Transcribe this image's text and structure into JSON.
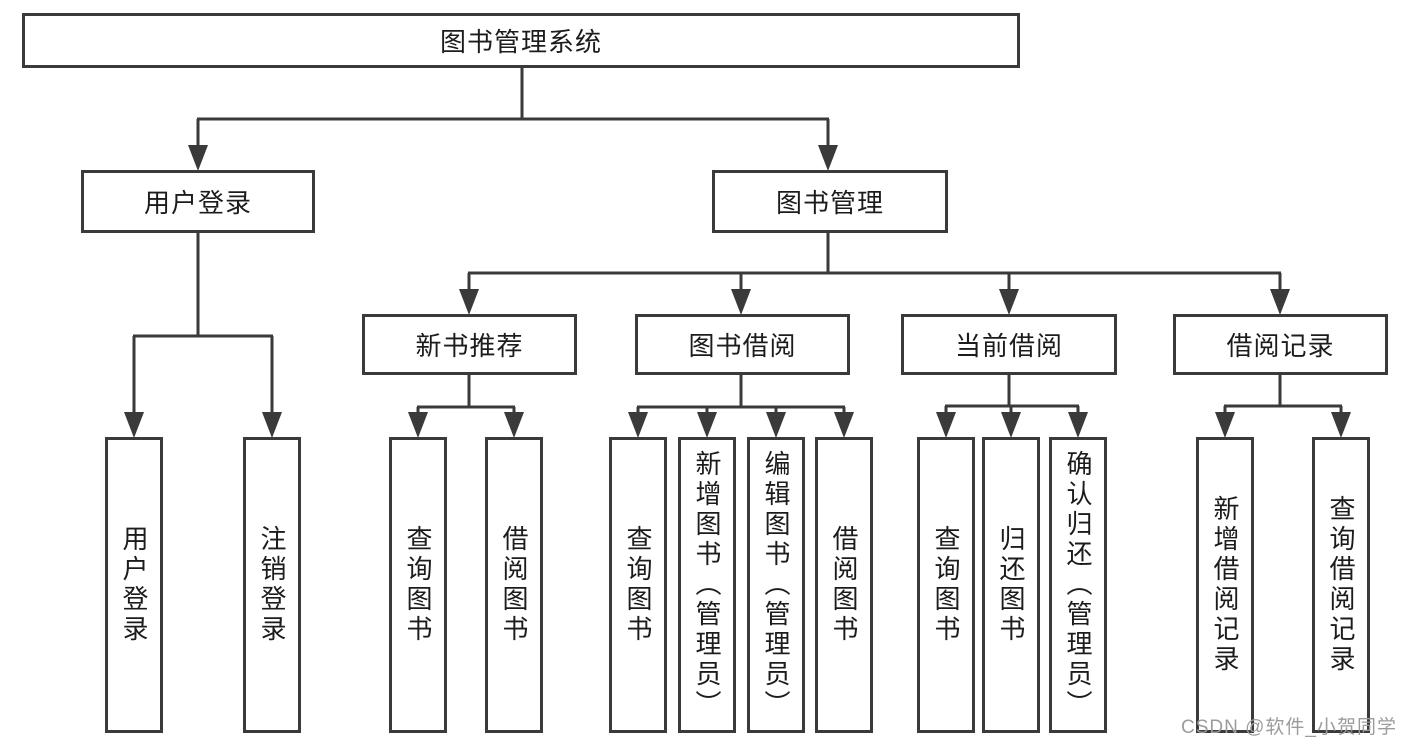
{
  "colors": {
    "background": "#ffffff",
    "line": "#3a3a3a",
    "box_border": "#3a3a3a",
    "text": "#1c1c1c",
    "watermark": "#9c9c9c"
  },
  "diagram": {
    "type": "hierarchy-tree",
    "root": {
      "label": "图书管理系统"
    },
    "level2": [
      {
        "label": "用户登录",
        "parent": "图书管理系统"
      },
      {
        "label": "图书管理",
        "parent": "图书管理系统"
      }
    ],
    "level3": [
      {
        "label": "新书推荐",
        "parent": "图书管理"
      },
      {
        "label": "图书借阅",
        "parent": "图书管理"
      },
      {
        "label": "当前借阅",
        "parent": "图书管理"
      },
      {
        "label": "借阅记录",
        "parent": "图书管理"
      }
    ],
    "leaves": [
      {
        "label": "用户登录",
        "parent": "用户登录"
      },
      {
        "label": "注销登录",
        "parent": "用户登录"
      },
      {
        "label": "查询图书",
        "parent": "新书推荐"
      },
      {
        "label": "借阅图书",
        "parent": "新书推荐"
      },
      {
        "label": "查询图书",
        "parent": "图书借阅"
      },
      {
        "label": "新增图书（管理员）",
        "parent": "图书借阅"
      },
      {
        "label": "编辑图书（管理员）",
        "parent": "图书借阅"
      },
      {
        "label": "借阅图书",
        "parent": "图书借阅"
      },
      {
        "label": "查询图书",
        "parent": "当前借阅"
      },
      {
        "label": "归还图书",
        "parent": "当前借阅"
      },
      {
        "label": "确认归还（管理员）",
        "parent": "当前借阅"
      },
      {
        "label": "新增借阅记录",
        "parent": "借阅记录"
      },
      {
        "label": "查询借阅记录",
        "parent": "借阅记录"
      }
    ]
  },
  "watermark": {
    "text": "CSDN @软件_小贺同学"
  }
}
